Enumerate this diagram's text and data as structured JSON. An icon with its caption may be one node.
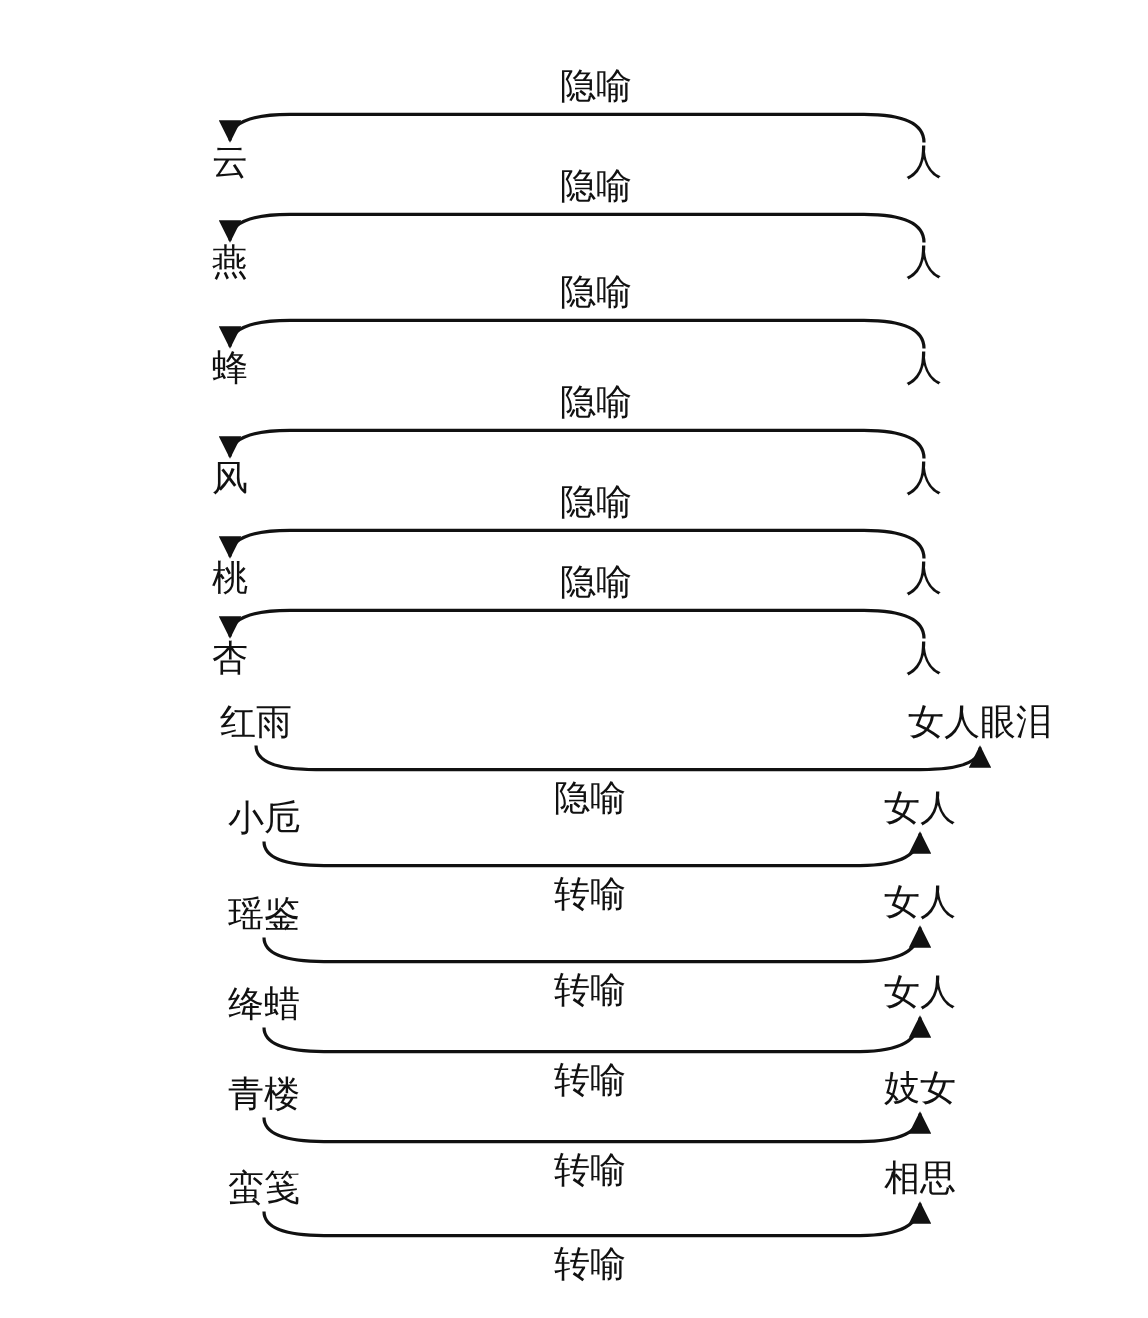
{
  "diagram": {
    "nodes": [
      {
        "text": [
          "云"
        ]
      },
      {
        "text": [
          "人"
        ]
      },
      {
        "text": [
          "燕"
        ]
      },
      {
        "text": [
          "人"
        ]
      },
      {
        "text": [
          "蜂"
        ]
      },
      {
        "text": [
          "人"
        ]
      },
      {
        "text": [
          "风"
        ]
      },
      {
        "text": [
          "人"
        ]
      },
      {
        "text": [
          "桃"
        ]
      },
      {
        "text": [
          "人"
        ]
      },
      {
        "text": [
          "杏"
        ]
      },
      {
        "text": [
          "人"
        ]
      },
      {
        "text": [
          "红雨"
        ]
      },
      {
        "text": [
          "女人眼泪"
        ]
      },
      {
        "text": [
          "小卮"
        ]
      },
      {
        "text": [
          "女人"
        ]
      },
      {
        "text": [
          "瑶鉴"
        ]
      },
      {
        "text": [
          "女人"
        ]
      },
      {
        "text": [
          "绛蜡"
        ]
      },
      {
        "text": [
          "女人"
        ]
      },
      {
        "text": [
          "青楼"
        ]
      },
      {
        "text": [
          "妓女"
        ]
      },
      {
        "text": [
          "蛮笺"
        ]
      },
      {
        "text": [
          "相思"
        ]
      }
    ],
    "edges": [
      {
        "from": 1,
        "to": 0,
        "arrow": "to",
        "label": "隐喻"
      },
      {
        "from": 3,
        "to": 2,
        "arrow": "to",
        "label": "隐喻"
      },
      {
        "from": 5,
        "to": 4,
        "arrow": "to",
        "label": "隐喻"
      },
      {
        "from": 7,
        "to": 6,
        "arrow": "to",
        "label": "隐喻"
      },
      {
        "from": 9,
        "to": 8,
        "arrow": "to",
        "label": "隐喻"
      },
      {
        "from": 11,
        "to": 10,
        "arrow": "to",
        "label": "隐喻"
      },
      {
        "from": 12,
        "to": 13,
        "arrow": "to",
        "label": "隐喻"
      },
      {
        "from": 14,
        "to": 15,
        "arrow": "to",
        "label": "转喻"
      },
      {
        "from": 16,
        "to": 17,
        "arrow": "to",
        "label": "转喻"
      },
      {
        "from": 18,
        "to": 19,
        "arrow": "to",
        "label": "转喻"
      },
      {
        "from": 20,
        "to": 21,
        "arrow": "to",
        "label": "转喻"
      },
      {
        "from": 22,
        "to": 23,
        "arrow": "to",
        "label": "转喻"
      }
    ]
  }
}
